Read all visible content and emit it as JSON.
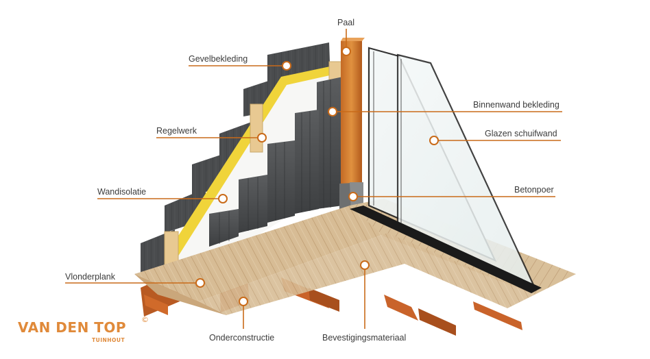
{
  "labels": {
    "paal": "Paal",
    "gevelbekleding": "Gevelbekleding",
    "binnenwand": "Binnenwand bekleding",
    "regelwerk": "Regelwerk",
    "glazen": "Glazen schuifwand",
    "wandisolatie": "Wandisolatie",
    "betonpoer": "Betonpoer",
    "vlonderplank": "Vlonderplank",
    "onderconstructie": "Onderconstructie",
    "bevestiging": "Bevestigingsmateriaal"
  },
  "logo": {
    "name": "VAN DEN TOP",
    "sub": "TUINHOUT",
    "mark": "©"
  },
  "colors": {
    "accent": "#c96a18",
    "label_text": "#3b3b3b"
  }
}
